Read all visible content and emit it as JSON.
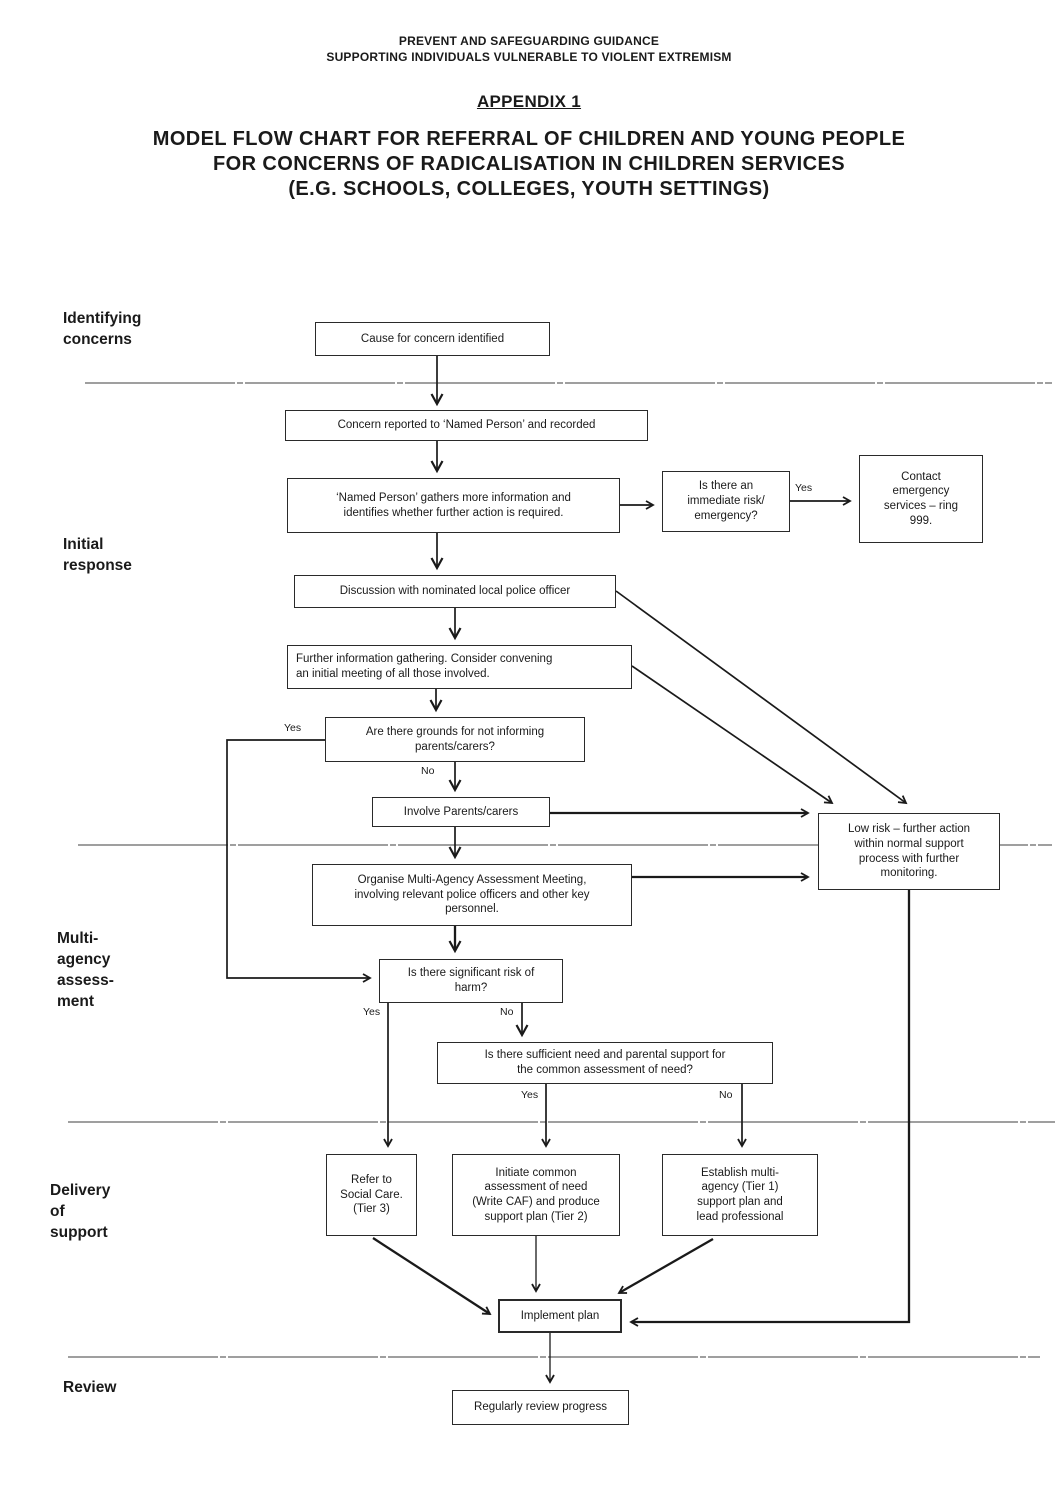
{
  "page": {
    "header_line1": "PREVENT AND SAFEGUARDING GUIDANCE",
    "header_line2": "SUPPORTING INDIVIDUALS VULNERABLE TO VIOLENT EXTREMISM",
    "appendix": "APPENDIX 1",
    "title": "MODEL FLOW CHART FOR REFERRAL OF CHILDREN AND YOUNG PEOPLE\nFOR CONCERNS OF RADICALISATION IN CHILDREN SERVICES\n(E.G. SCHOOLS, COLLEGES, YOUTH SETTINGS)"
  },
  "section_labels": {
    "identifying": "Identifying\nconcerns",
    "initial": "Initial\nresponse",
    "multi_agency": "Multi-\nagency\nassess-\nment",
    "delivery": "Delivery\nof\nsupport",
    "review": "Review"
  },
  "nodes": {
    "cause": "Cause for concern identified",
    "reported": "Concern reported to ‘Named Person’ and recorded",
    "named_person": "‘Named Person’ gathers more information and\nidentifies whether further action is required.",
    "immediate_risk": "Is there an\nimmediate risk/\nemergency?",
    "contact_999": "Contact\nemergency\nservices – ring\n999.",
    "police_discussion": "Discussion with nominated local police officer",
    "further_info": "Further information gathering. Consider convening\nan initial meeting of all those involved.",
    "grounds": "Are there grounds for not informing\nparents/carers?",
    "involve_parents": "Involve Parents/carers",
    "low_risk": "Low risk – further action\nwithin normal support\nprocess with further\nmonitoring.",
    "organise_meeting": "Organise Multi-Agency Assessment Meeting,\ninvolving relevant police officers and other key\npersonnel.",
    "significant_risk": "Is there significant risk of\nharm?",
    "sufficient_need": "Is there sufficient need and parental support for\nthe common assessment of need?",
    "refer_social_care": "Refer to\nSocial Care.\n(Tier 3)",
    "initiate_caf": "Initiate common\nassessment of need\n(Write CAF) and produce\nsupport plan (Tier 2)",
    "establish_multi_agency": "Establish multi-\nagency (Tier 1)\nsupport plan and\nlead professional",
    "implement_plan": "Implement plan",
    "review_progress": "Regularly review progress"
  },
  "edge_labels": {
    "immediate_risk_yes": "Yes",
    "grounds_yes": "Yes",
    "grounds_no": "No",
    "significant_risk_yes": "Yes",
    "significant_risk_no": "No",
    "sufficient_need_yes": "Yes",
    "sufficient_need_no": "No"
  }
}
